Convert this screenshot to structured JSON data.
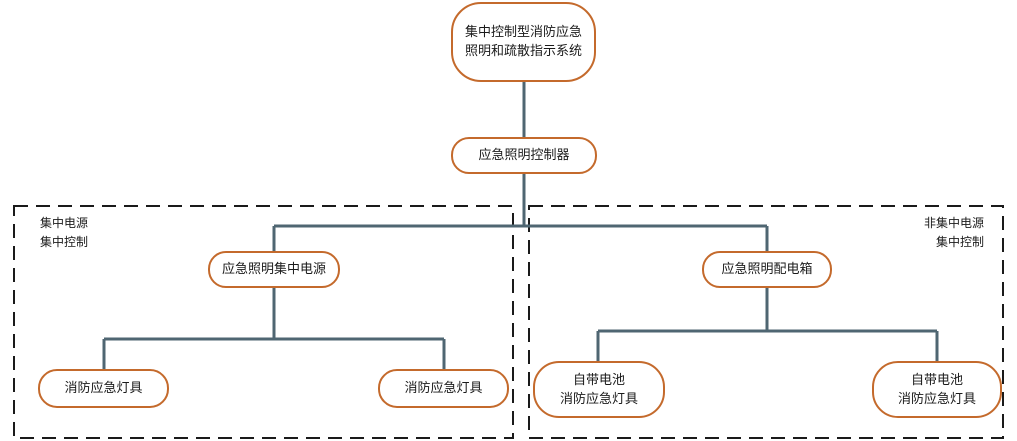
{
  "root": {
    "line1": "集中控制型消防应急",
    "line2": "照明和疏散指示系统"
  },
  "controller": {
    "label": "应急照明控制器"
  },
  "left_region": {
    "label_line1": "集中电源",
    "label_line2": "集中控制",
    "hub": {
      "label": "应急照明集中电源"
    },
    "lamps": [
      {
        "label": "消防应急灯具"
      },
      {
        "label": "消防应急灯具"
      }
    ]
  },
  "right_region": {
    "label_line1": "非集中电源",
    "label_line2": "集中控制",
    "hub": {
      "label": "应急照明配电箱"
    },
    "lamps": [
      {
        "line1": "自带电池",
        "line2": "消防应急灯具"
      },
      {
        "line1": "自带电池",
        "line2": "消防应急灯具"
      }
    ]
  },
  "colors": {
    "node_border": "#c46a2c",
    "connector": "#4f6672",
    "region_border": "#1a1a1a"
  }
}
